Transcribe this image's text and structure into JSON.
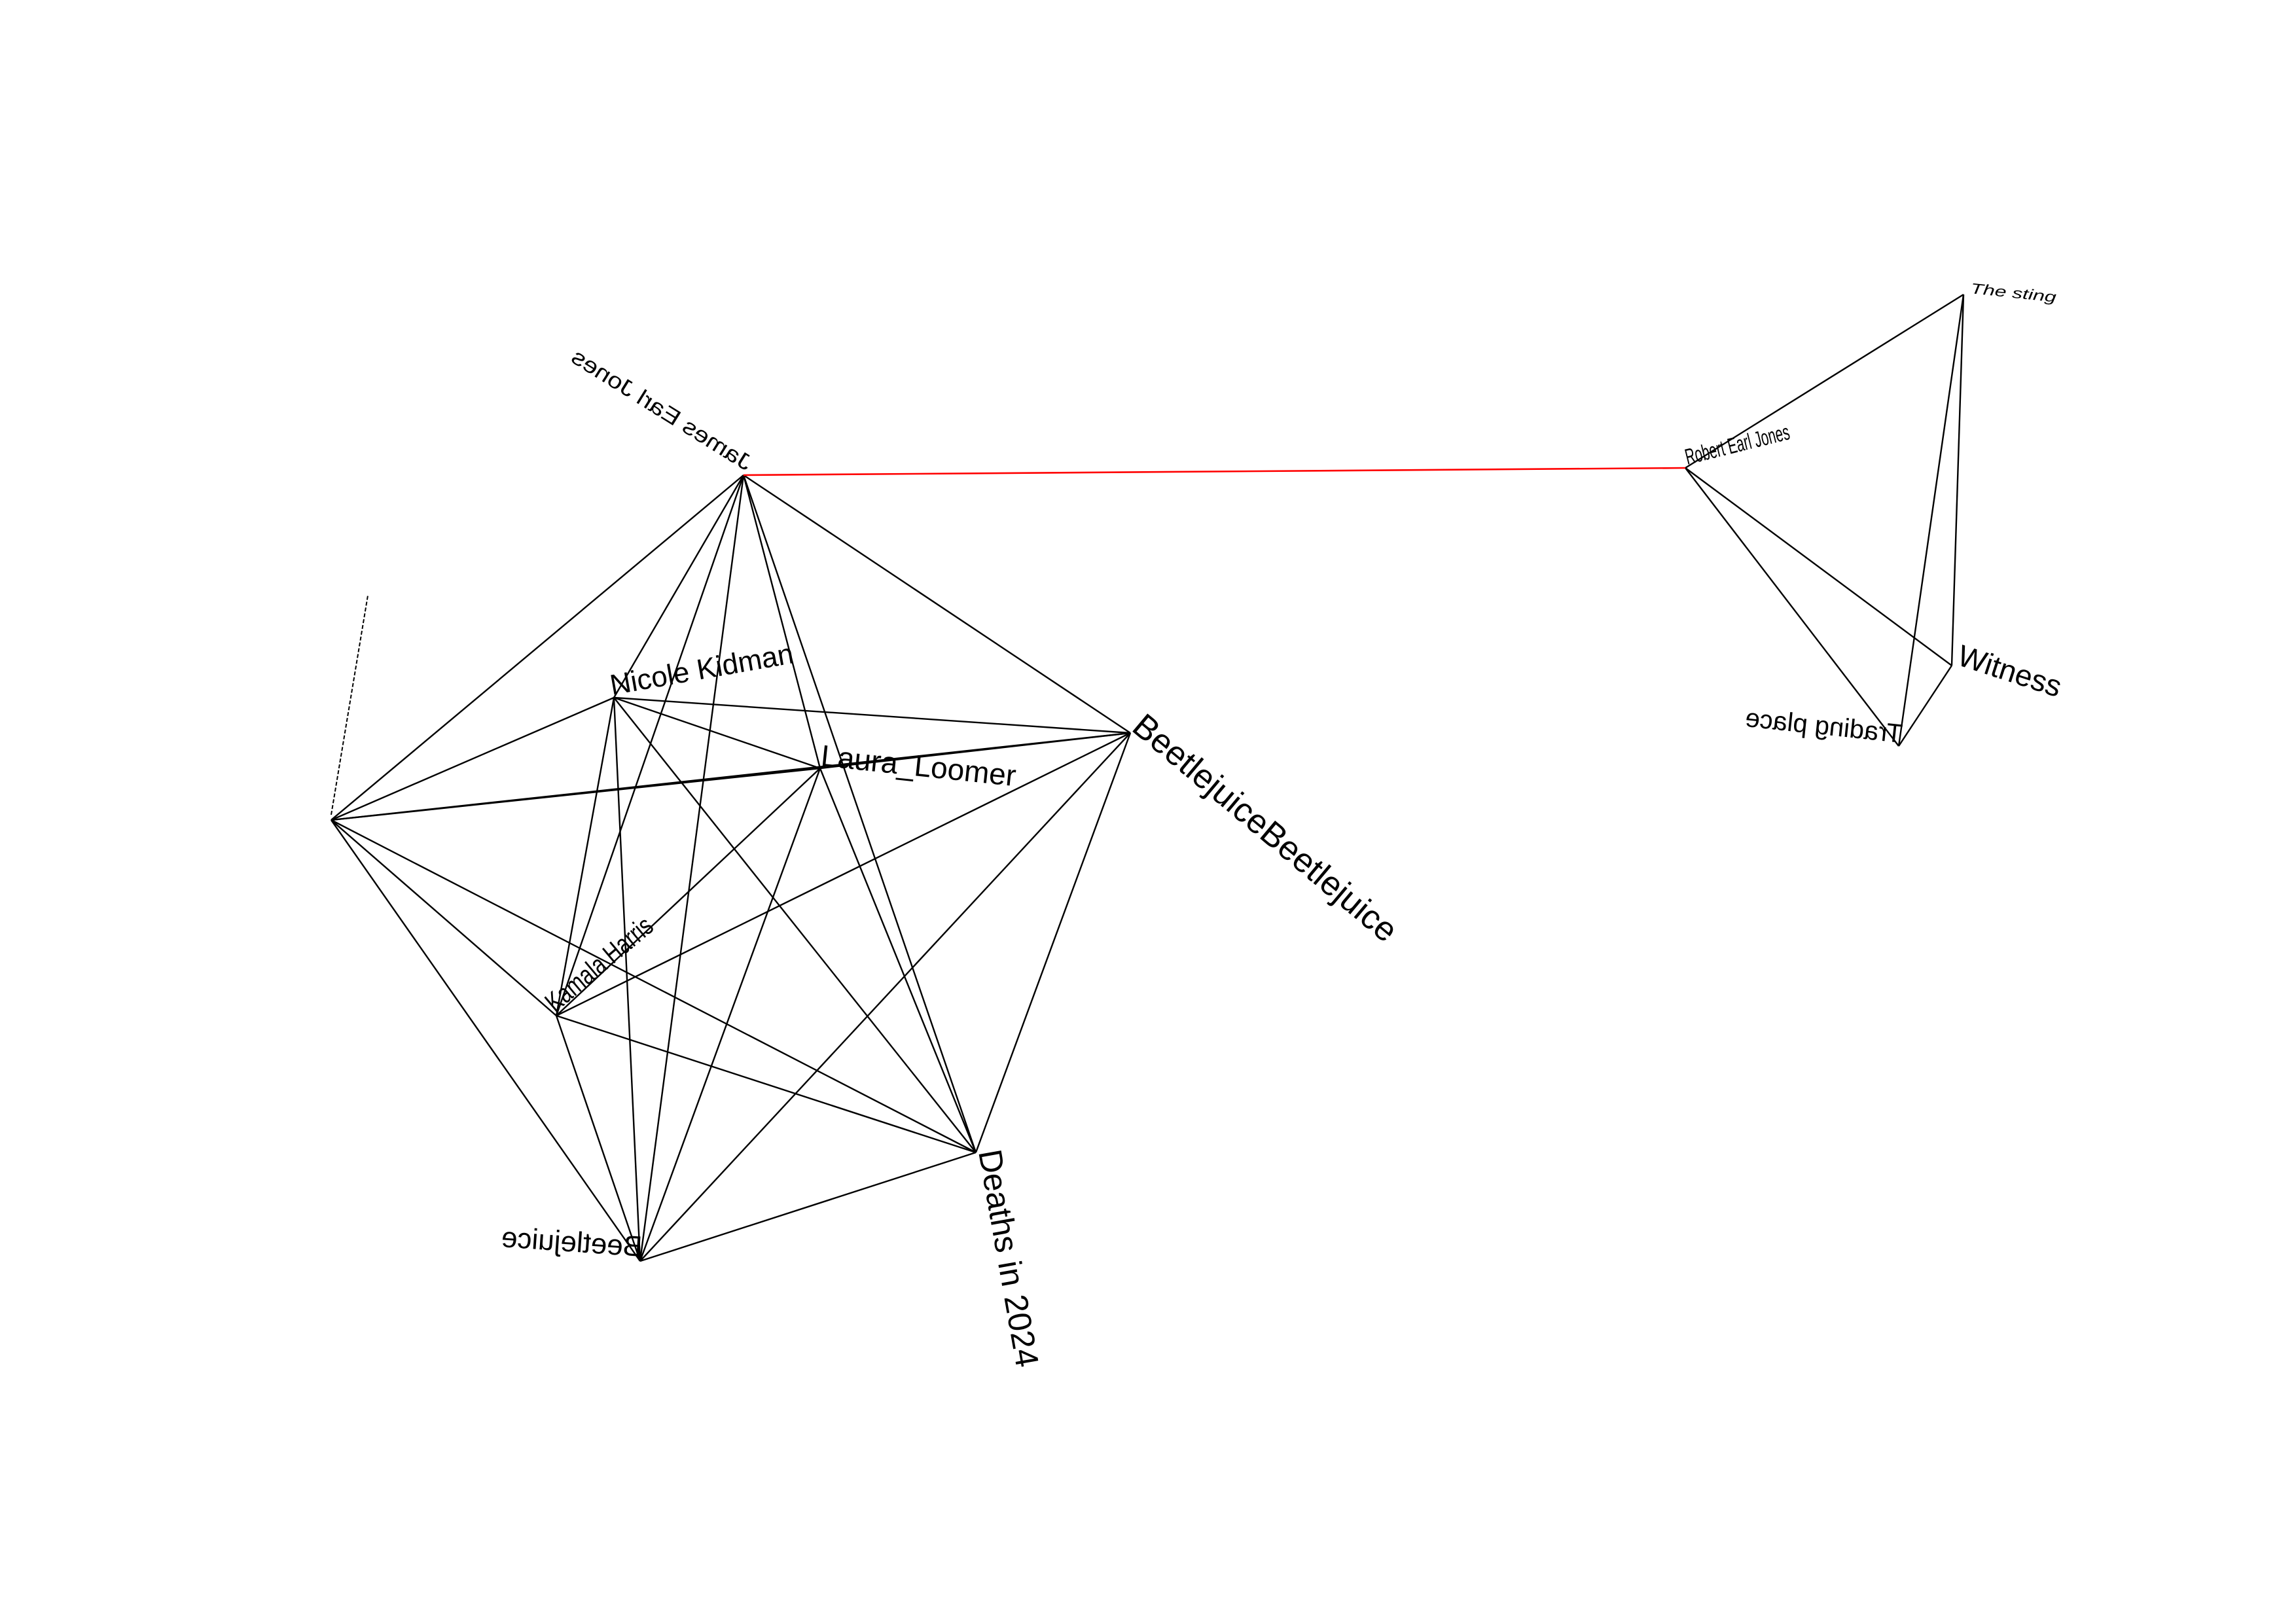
{
  "chart_data": {
    "type": "network",
    "title": "",
    "nodes": [
      {
        "id": "jej",
        "label": "James Earl Jones",
        "cluster": "left"
      },
      {
        "id": "left",
        "label": "",
        "cluster": "left"
      },
      {
        "id": "nk",
        "label": "Nicole Kidman",
        "cluster": "left"
      },
      {
        "id": "ll",
        "label": "Laura_Loomer",
        "cluster": "left"
      },
      {
        "id": "bb",
        "label": "BeetlejuiceBeetlejuice",
        "cluster": "left"
      },
      {
        "id": "kh",
        "label": "Kamala Harris",
        "cluster": "left"
      },
      {
        "id": "bj",
        "label": "Beetlejuice",
        "cluster": "left"
      },
      {
        "id": "d24",
        "label": "Deaths in 2024",
        "cluster": "left"
      },
      {
        "id": "rej",
        "label": "Robert Earl Jones",
        "cluster": "right"
      },
      {
        "id": "sting",
        "label": "The sting",
        "cluster": "right"
      },
      {
        "id": "wit",
        "label": "Witness",
        "cluster": "right"
      },
      {
        "id": "trad",
        "label": "Trading place",
        "cluster": "right"
      }
    ],
    "edges_left_cluster": "complete",
    "edges_right": [
      [
        "rej",
        "sting"
      ],
      [
        "rej",
        "wit"
      ],
      [
        "rej",
        "trad"
      ],
      [
        "sting",
        "wit"
      ],
      [
        "sting",
        "trad"
      ],
      [
        "wit",
        "trad"
      ]
    ],
    "bridge_edge": [
      "jej",
      "rej"
    ],
    "colors": {
      "edge": "#000000",
      "bridge": "#ff0000"
    }
  }
}
